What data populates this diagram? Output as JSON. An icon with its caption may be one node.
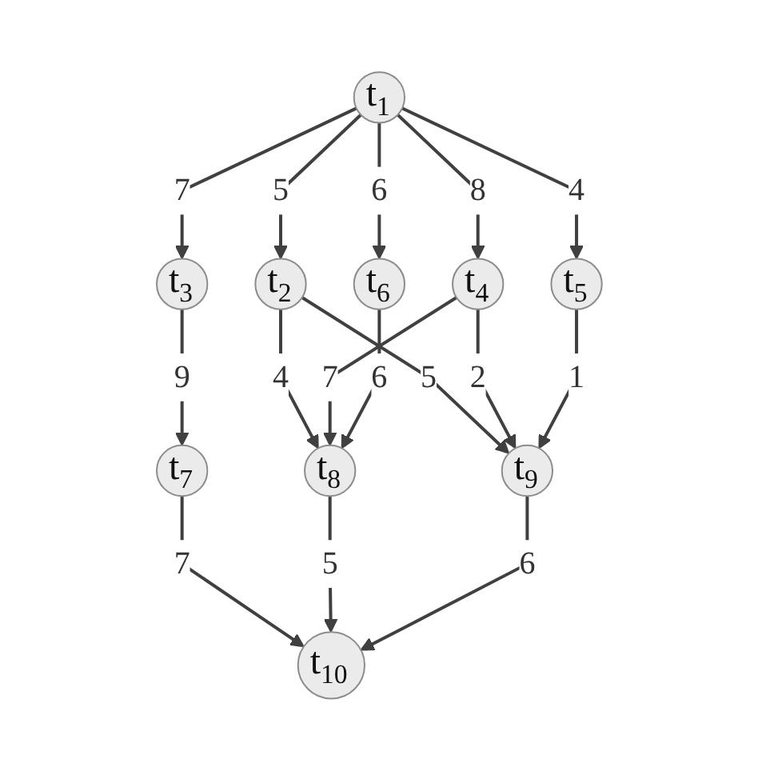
{
  "diagram": {
    "nodes": [
      {
        "text": [
          "t$_{1}$"
        ]
      },
      {
        "text": [
          "t$_{2}$"
        ]
      },
      {
        "text": [
          "t$_{3}$"
        ]
      },
      {
        "text": [
          "t$_{4}$"
        ]
      },
      {
        "text": [
          "t$_{5}$"
        ]
      },
      {
        "text": [
          "t$_{6}$"
        ]
      },
      {
        "text": [
          "t$_{7}$"
        ]
      },
      {
        "text": [
          "t$_{8}$"
        ]
      },
      {
        "text": [
          "t$_{9}$"
        ]
      },
      {
        "text": [
          "t$_{10}$"
        ]
      }
    ],
    "edges": [
      {
        "from": 0,
        "to": 1,
        "arrow": "to",
        "label": "5"
      },
      {
        "from": 0,
        "to": 2,
        "arrow": "to",
        "label": "7"
      },
      {
        "from": 0,
        "to": 3,
        "arrow": "to",
        "label": "8"
      },
      {
        "from": 0,
        "to": 4,
        "arrow": "to",
        "label": "4"
      },
      {
        "from": 0,
        "to": 5,
        "arrow": "to",
        "label": "6"
      },
      {
        "from": 1,
        "to": 7,
        "arrow": "to",
        "label": "4"
      },
      {
        "from": 1,
        "to": 8,
        "arrow": "to",
        "label": "5"
      },
      {
        "from": 2,
        "to": 6,
        "arrow": "to",
        "label": "9"
      },
      {
        "from": 3,
        "to": 7,
        "arrow": "to",
        "label": "7"
      },
      {
        "from": 3,
        "to": 8,
        "arrow": "to",
        "label": "2"
      },
      {
        "from": 4,
        "to": 8,
        "arrow": "to",
        "label": "1"
      },
      {
        "from": 5,
        "to": 7,
        "arrow": "to",
        "label": "6"
      },
      {
        "from": 6,
        "to": 9,
        "arrow": "to",
        "label": "7"
      },
      {
        "from": 7,
        "to": 9,
        "arrow": "to",
        "label": "5"
      },
      {
        "from": 8,
        "to": 9,
        "arrow": "to",
        "label": "6"
      }
    ]
  }
}
